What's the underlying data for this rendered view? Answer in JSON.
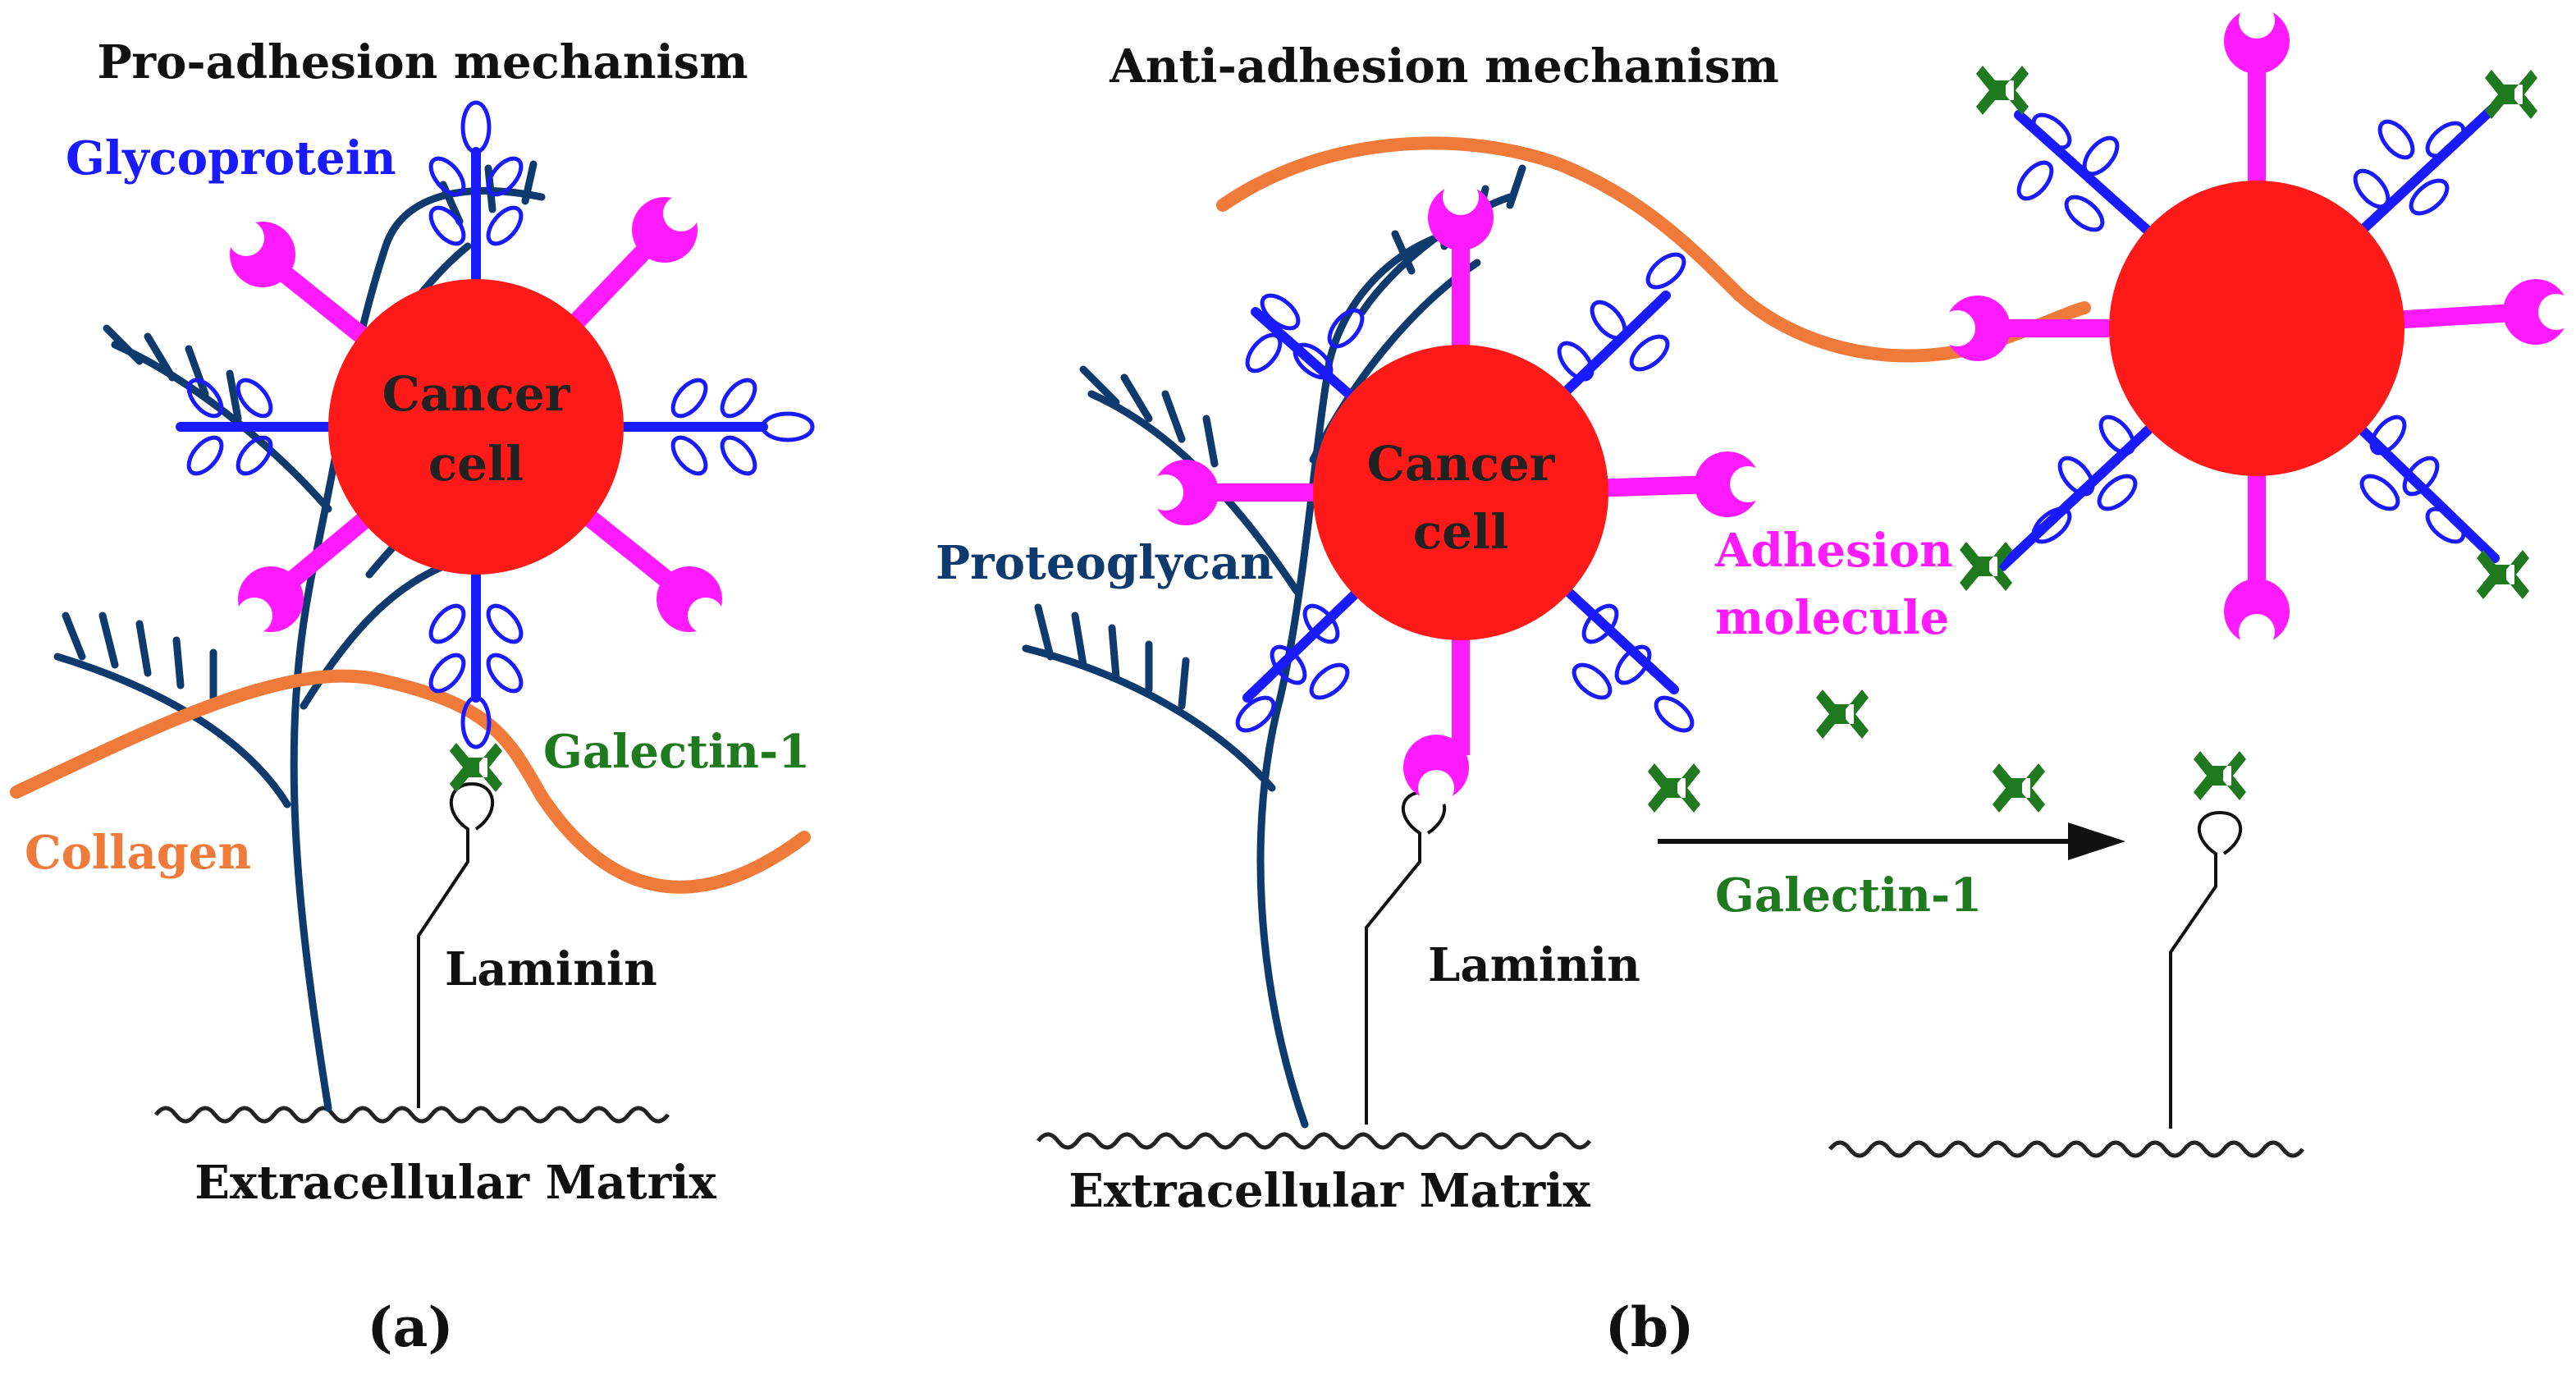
{
  "panel_a": {
    "title": "Pro-adhesion mechanism",
    "cell_line1": "Cancer",
    "cell_line2": "cell",
    "glycoprotein": "Glycoprotein",
    "galectin": "Galectin-1",
    "collagen": "Collagen",
    "laminin": "Laminin",
    "ecm": "Extracellular Matrix",
    "label": "(a)"
  },
  "panel_b": {
    "title": "Anti-adhesion mechanism",
    "cell_line1": "Cancer",
    "cell_line2": "cell",
    "proteoglycan": "Proteoglycan",
    "adhesion_line1": "Adhesion",
    "adhesion_line2": "molecule",
    "galectin": "Galectin-1",
    "laminin": "Laminin",
    "ecm": "Extracellular Matrix",
    "label": "(b)"
  },
  "colors": {
    "cell": "#ff1a1a",
    "glycoprotein": "#1a1aff",
    "adhesion_molecule": "#ff1aff",
    "galectin": "#1f7a1f",
    "collagen": "#f07a3a",
    "proteoglycan": "#0f3a6e"
  }
}
